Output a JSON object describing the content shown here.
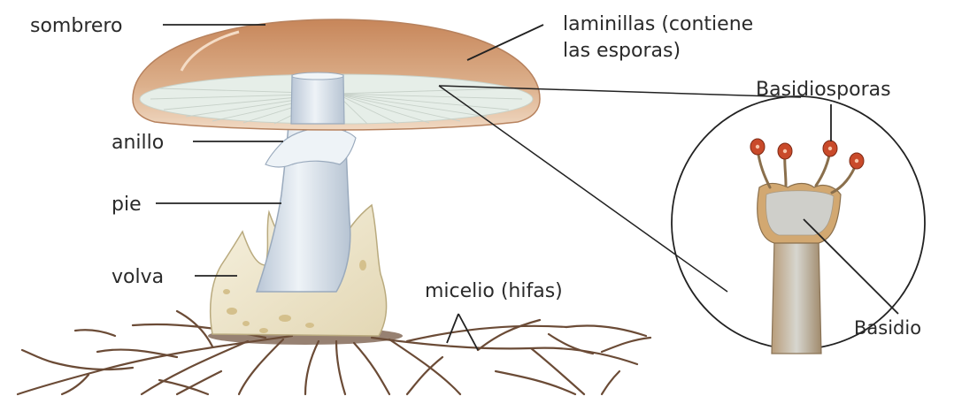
{
  "labels": {
    "sombrero": "sombrero",
    "laminillas_line1": "laminillas (contiene",
    "laminillas_line2": "las esporas)",
    "basidiosporas": "Basidiosporas",
    "anillo": "anillo",
    "pie": "pie",
    "volva": "volva",
    "micelio": "micelio (hifas)",
    "basidio": "Basidio"
  },
  "colors": {
    "cap_top": "#c98a5e",
    "cap_edge": "#e9c9a7",
    "gills": "#e7eee8",
    "stem": "#dfe7ee",
    "volva": "#f0ead2",
    "mycelium": "#6b4b36",
    "spore": "#c94a2a",
    "label_line": "#222222"
  }
}
